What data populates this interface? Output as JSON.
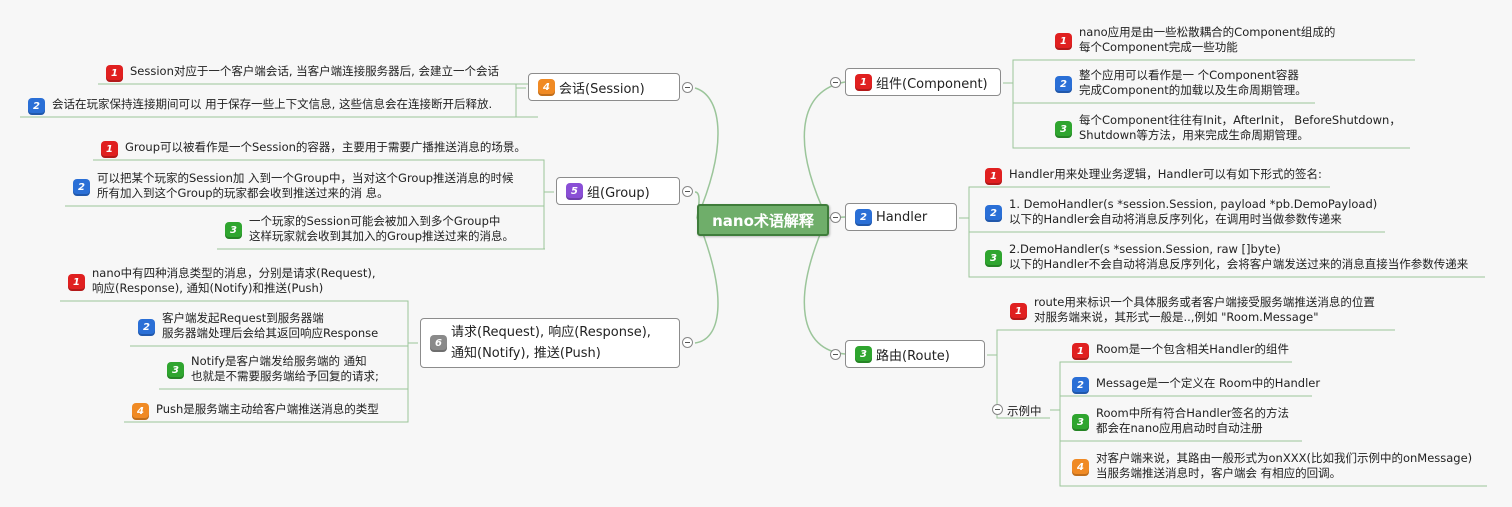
{
  "colors": {
    "1": "#e02020",
    "2": "#2a6fd6",
    "3": "#2fa52f",
    "4": "#f08a24",
    "5": "#8a4fd6",
    "6": "#8a8a8a"
  },
  "central": {
    "label": "nano术语解释"
  },
  "right": [
    {
      "id": "component",
      "num": "1",
      "color": "1",
      "label": "组件(Component)",
      "items": [
        {
          "num": "1",
          "color": "1",
          "lines": [
            "nano应用是由一些松散耦合的Component组成的",
            "每个Component完成一些功能"
          ]
        },
        {
          "num": "2",
          "color": "2",
          "lines": [
            "整个应用可以看作是一 个Component容器",
            "完成Component的加载以及生命周期管理。"
          ]
        },
        {
          "num": "3",
          "color": "3",
          "lines": [
            "每个Component往往有Init，AfterInit， BeforeShutdown，",
            "Shutdown等方法，用来完成生命周期管理。"
          ]
        }
      ]
    },
    {
      "id": "handler",
      "num": "2",
      "color": "2",
      "label": "Handler",
      "items": [
        {
          "num": "1",
          "color": "1",
          "lines": [
            "Handler用来处理业务逻辑，Handler可以有如下形式的签名:"
          ]
        },
        {
          "num": "2",
          "color": "2",
          "lines": [
            "1. DemoHandler(s *session.Session, payload *pb.DemoPayload)",
            "以下的Handler会自动将消息反序列化，在调用时当做参数传递来"
          ]
        },
        {
          "num": "3",
          "color": "3",
          "lines": [
            "2.DemoHandler(s *session.Session, raw []byte)",
            "以下的Handler不会自动将消息反序列化，会将客户端发送过来的消息直接当作参数传递来"
          ]
        }
      ]
    },
    {
      "id": "route",
      "num": "3",
      "color": "3",
      "label": "路由(Route)",
      "items": [
        {
          "num": "1",
          "color": "1",
          "lines": [
            "route用来标识一个具体服务或者客户端接受服务端推送消息的位置",
            "对服务端来说，其形式一般是..,例如 \"Room.Message\""
          ]
        }
      ],
      "example": {
        "label": "示例中",
        "items": [
          {
            "num": "1",
            "color": "1",
            "lines": [
              "Room是一个包含相关Handler的组件"
            ]
          },
          {
            "num": "2",
            "color": "2",
            "lines": [
              "Message是一个定义在 Room中的Handler"
            ]
          },
          {
            "num": "3",
            "color": "3",
            "lines": [
              "Room中所有符合Handler签名的方法",
              "都会在nano应用启动时自动注册"
            ]
          },
          {
            "num": "4",
            "color": "4",
            "lines": [
              "对客户端来说，其路由一般形式为onXXX(比如我们示例中的onMessage)",
              "当服务端推送消息时，客户端会 有相应的回调。"
            ]
          }
        ]
      }
    }
  ],
  "left": [
    {
      "id": "session",
      "num": "4",
      "color": "4",
      "label": "会话(Session)",
      "items": [
        {
          "num": "1",
          "color": "1",
          "lines": [
            "Session对应于一个客户端会话, 当客户端连接服务器后, 会建立一个会话"
          ]
        },
        {
          "num": "2",
          "color": "2",
          "lines": [
            "会话在玩家保持连接期间可以 用于保存一些上下文信息, 这些信息会在连接断开后释放."
          ]
        }
      ]
    },
    {
      "id": "group",
      "num": "5",
      "color": "5",
      "label": "组(Group)",
      "items": [
        {
          "num": "1",
          "color": "1",
          "lines": [
            "Group可以被看作是一个Session的容器，主要用于需要广播推送消息的场景。"
          ]
        },
        {
          "num": "2",
          "color": "2",
          "lines": [
            "可以把某个玩家的Session加 入到一个Group中，当对这个Group推送消息的时候",
            "所有加入到这个Group的玩家都会收到推送过来的消 息。"
          ]
        },
        {
          "num": "3",
          "color": "3",
          "lines": [
            "一个玩家的Session可能会被加入到多个Group中",
            "这样玩家就会收到其加入的Group推送过来的消息。"
          ]
        }
      ]
    },
    {
      "id": "messages",
      "num": "6",
      "color": "6",
      "label": "请求(Request), 响应(Response),",
      "label2": "通知(Notify), 推送(Push)",
      "items": [
        {
          "num": "1",
          "color": "1",
          "lines": [
            "nano中有四种消息类型的消息，分别是请求(Request),",
            "响应(Response), 通知(Notify)和推送(Push)"
          ]
        },
        {
          "num": "2",
          "color": "2",
          "lines": [
            "客户端发起Request到服务器端",
            "服务器端处理后会给其返回响应Response"
          ]
        },
        {
          "num": "3",
          "color": "3",
          "lines": [
            "Notify是客户端发给服务端的 通知",
            "也就是不需要服务端给予回复的请求;"
          ]
        },
        {
          "num": "4",
          "color": "4",
          "lines": [
            "Push是服务端主动给客户端推送消息的类型"
          ]
        }
      ]
    }
  ]
}
